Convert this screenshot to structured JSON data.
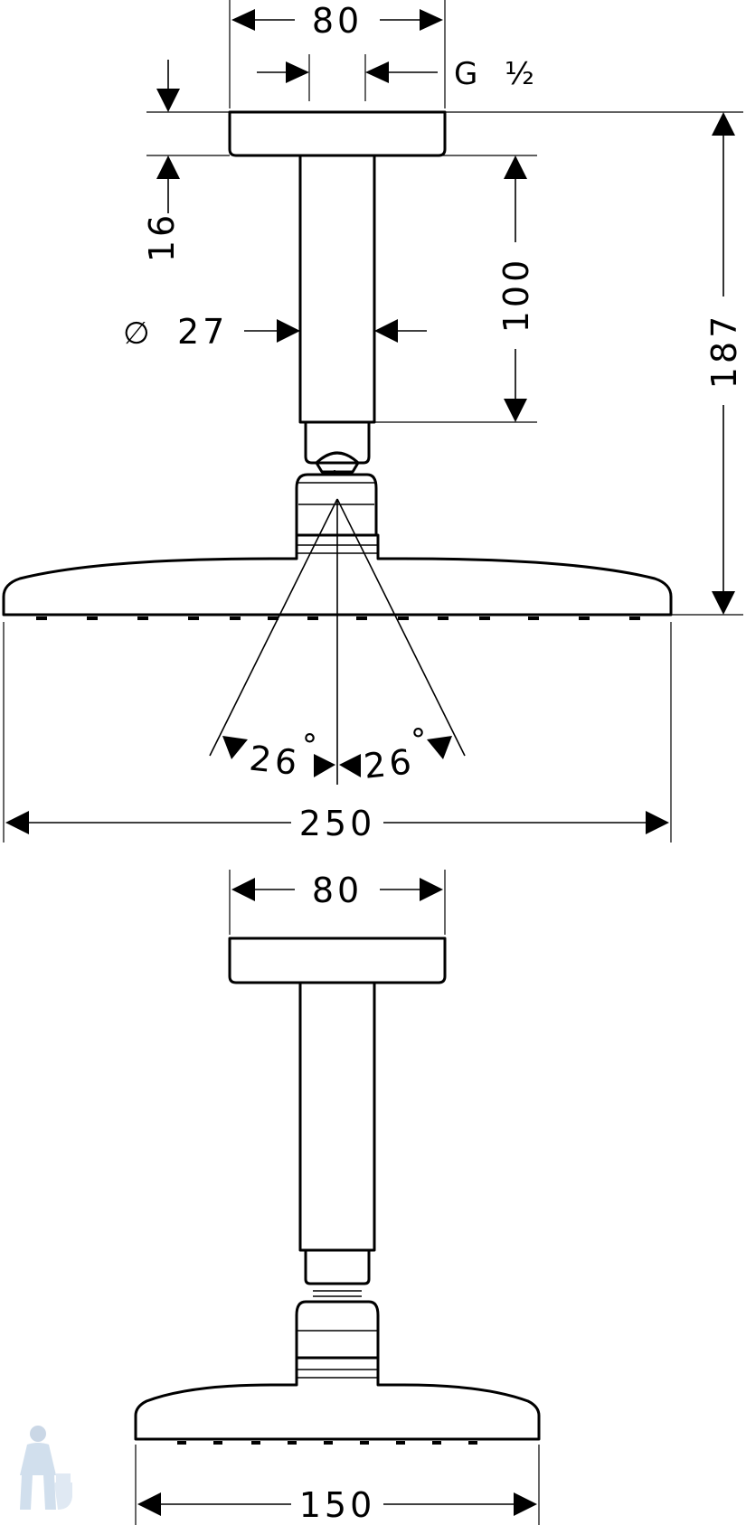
{
  "top_view": {
    "flange_width": "80",
    "thread": "G",
    "thread_size": "½",
    "flange_height": "16",
    "pipe_diameter_symbol": "∅",
    "pipe_diameter": "27",
    "arm_length": "100",
    "total_height": "187",
    "angle_left": "26",
    "angle_right": "26",
    "degree_mark": "°",
    "head_width": "250"
  },
  "bottom_view": {
    "flange_width": "80",
    "head_depth": "150"
  }
}
